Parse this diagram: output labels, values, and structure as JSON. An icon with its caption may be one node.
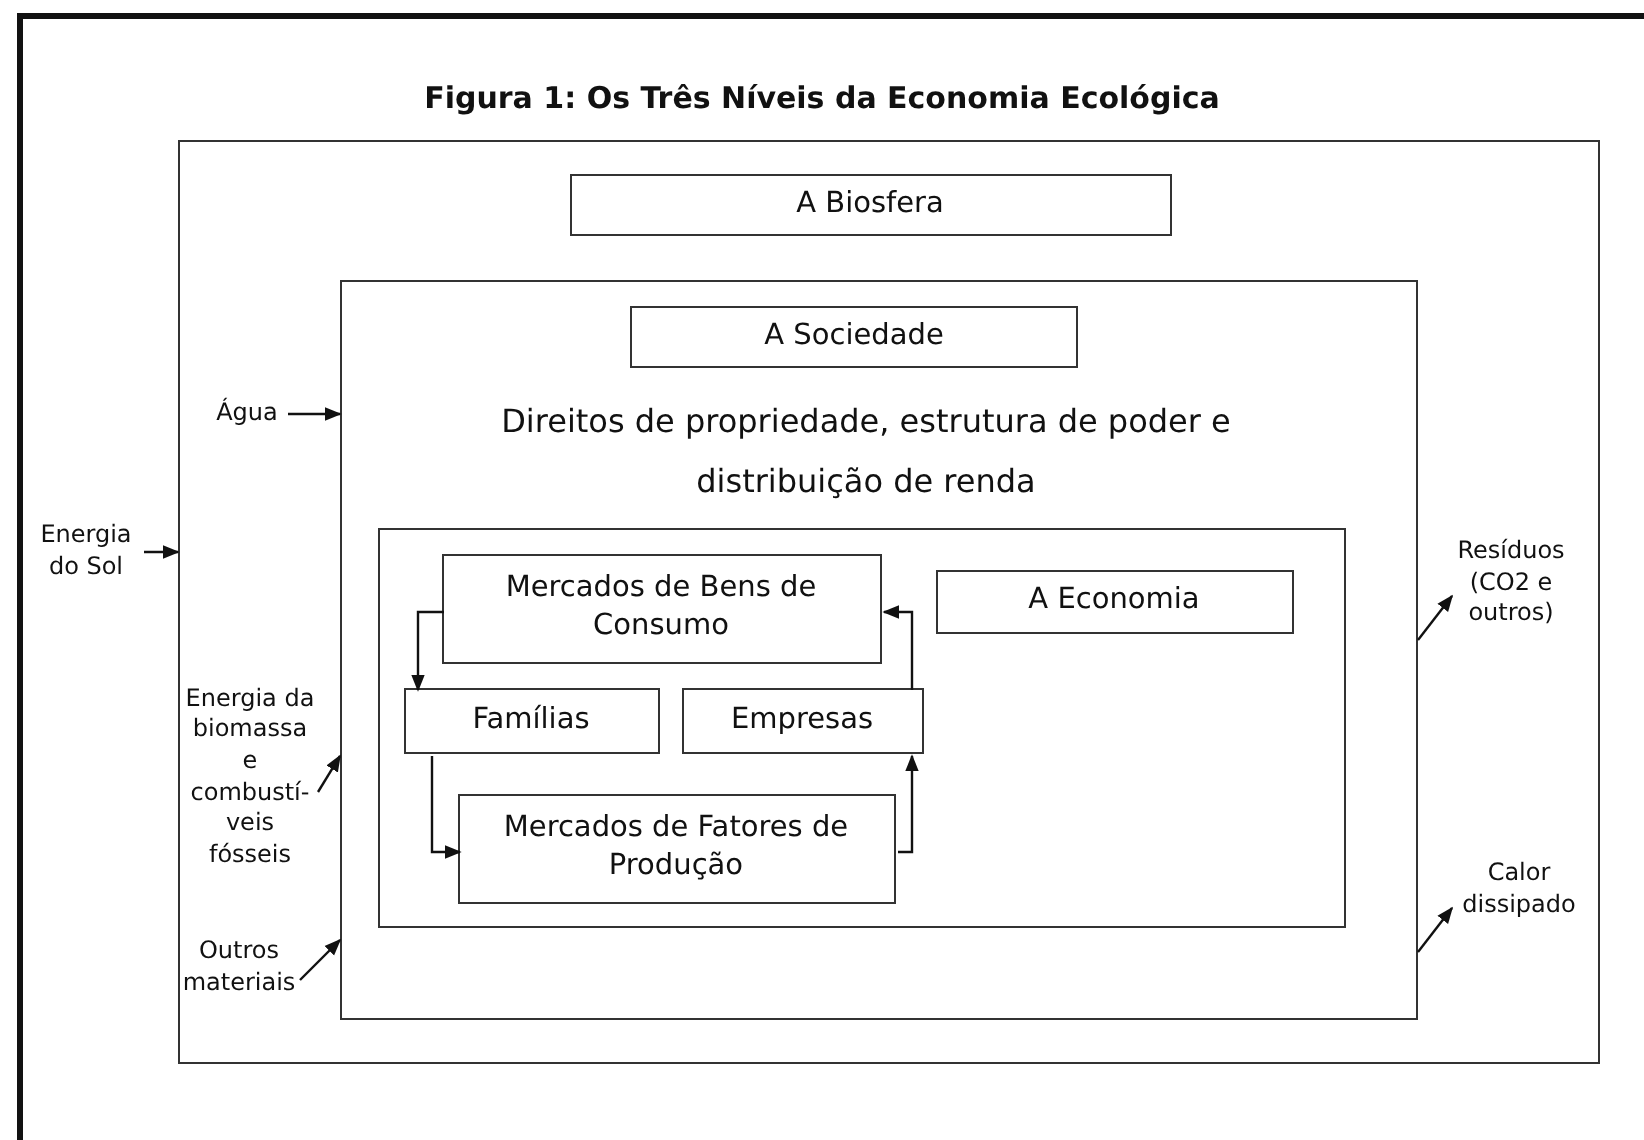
{
  "diagram": {
    "title": "Figura 1: Os Três Níveis da Economia Ecológica",
    "nodes": [
      {
        "text": [],
        "shape": "box"
      },
      {
        "text": [
          "A Biosfera"
        ],
        "in": 0
      },
      {
        "text": [
          "Direitos de propriedade, estrutura de poder e distribuição de renda"
        ],
        "in": 0
      },
      {
        "text": [
          "A Sociedade"
        ],
        "in": 2
      },
      {
        "text": [],
        "shape": "box",
        "in": 2
      },
      {
        "text": [
          "A Economia"
        ],
        "in": 4
      },
      {
        "text": [
          "Mercados de Bens de Consumo"
        ],
        "in": 4
      },
      {
        "text": [
          "Famílias"
        ],
        "in": 4
      },
      {
        "text": [
          "Empresas"
        ],
        "in": 4
      },
      {
        "text": [
          "Mercados de Fatores de Produção"
        ],
        "in": 4
      },
      {
        "text": [
          "Água"
        ],
        "in": 0
      },
      {
        "text": [
          "Energia do Sol"
        ]
      },
      {
        "text": [
          "Energia da biomassa e combustí-veis fósseis"
        ],
        "in": 0
      },
      {
        "text": [
          "Outros materiais"
        ],
        "in": 0
      },
      {
        "text": [
          "Resíduos (CO2 e outros)"
        ],
        "in": 0
      },
      {
        "text": [
          "Calor dissipado"
        ],
        "in": 0
      }
    ],
    "edges": [
      {
        "from": 6,
        "to": 7,
        "arrow": "to"
      },
      {
        "from": 7,
        "to": 9,
        "arrow": "to"
      },
      {
        "from": 9,
        "to": 8,
        "arrow": "to"
      },
      {
        "from": 8,
        "to": 6,
        "arrow": "to"
      },
      {
        "from": 10,
        "to": 2,
        "arrow": "to"
      },
      {
        "from": 11,
        "to": 0,
        "arrow": "to"
      },
      {
        "from": 12,
        "to": 2,
        "arrow": "to"
      },
      {
        "from": 13,
        "to": 2,
        "arrow": "to"
      },
      {
        "from": 2,
        "to": 14,
        "arrow": "to"
      },
      {
        "from": 2,
        "to": 15,
        "arrow": "to"
      }
    ]
  }
}
